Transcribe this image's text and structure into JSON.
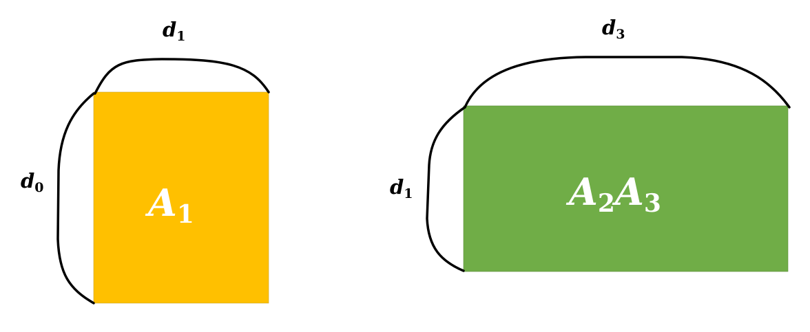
{
  "colors": {
    "matrix_a1_fill": "#FFC000",
    "matrix_a2a3_fill": "#70AD47",
    "brace_stroke": "#000000"
  },
  "left_block": {
    "matrix_label": {
      "letter": "A",
      "sub": "1"
    },
    "top_dim": {
      "letter": "d",
      "sub": "1"
    },
    "side_dim": {
      "letter": "d",
      "sub": "0"
    }
  },
  "right_block": {
    "matrix_label": [
      {
        "letter": "A",
        "sub": "2"
      },
      {
        "letter": "A",
        "sub": "3"
      }
    ],
    "top_dim": {
      "letter": "d",
      "sub": "3"
    },
    "side_dim": {
      "letter": "d",
      "sub": "1"
    }
  }
}
